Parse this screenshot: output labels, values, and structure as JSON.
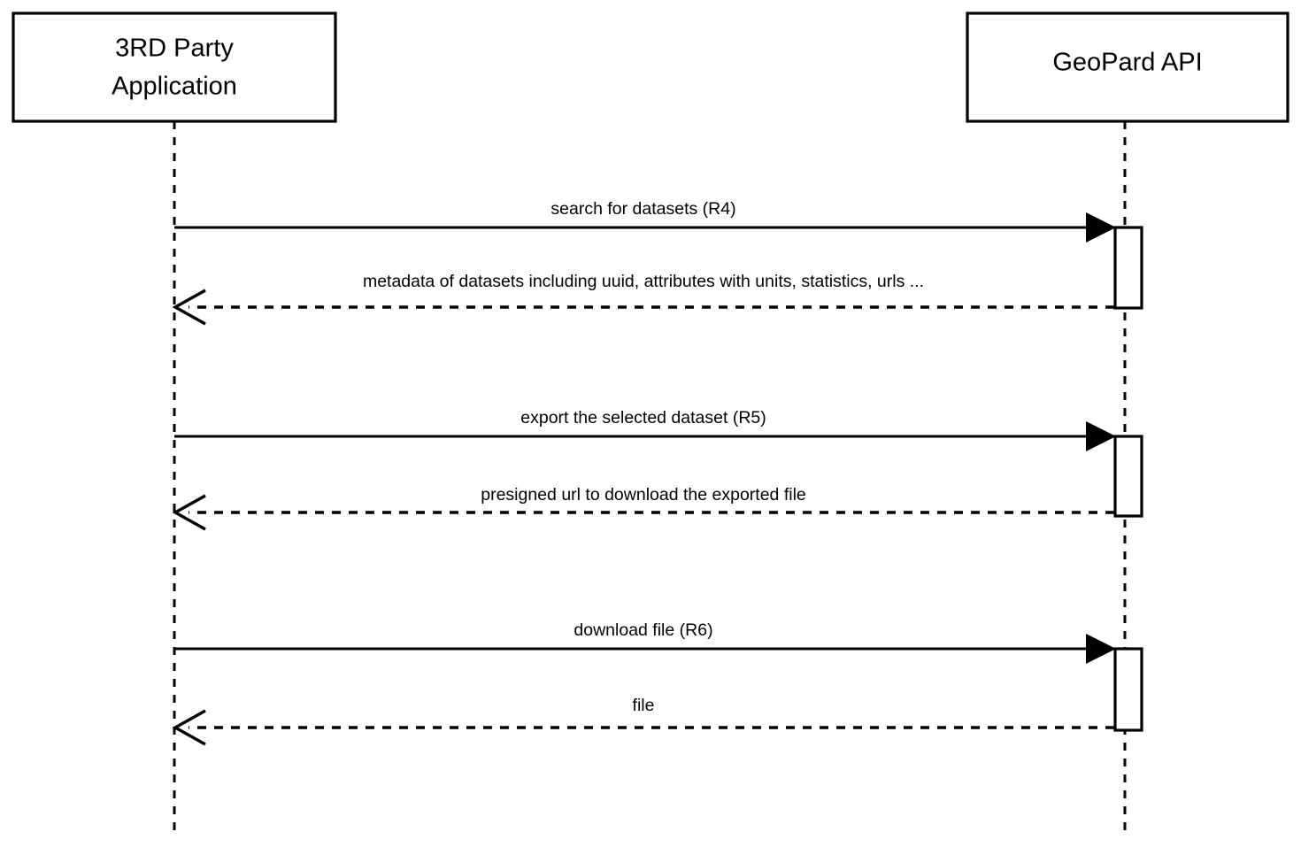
{
  "diagram": {
    "type": "uml-sequence-diagram",
    "background_color": "#ffffff",
    "line_color": "#000000",
    "participants": [
      {
        "id": "third-party-application",
        "label_line1": "3RD Party",
        "label_line2": "Application",
        "label": "3RD Party Application"
      },
      {
        "id": "geopard-api",
        "label_line1": "GeoPard API",
        "label_line2": "",
        "label": "GeoPard API"
      }
    ],
    "messages": [
      {
        "index": 1,
        "label": "search for datasets (R4)",
        "direction": "request",
        "style": "solid",
        "arrowhead": "filled-triangle",
        "from": "third-party-application",
        "to": "geopard-api"
      },
      {
        "index": 2,
        "label": "metadata of datasets including uuid, attributes with units, statistics, urls ...",
        "direction": "response",
        "style": "dashed",
        "arrowhead": "open-v",
        "from": "geopard-api",
        "to": "third-party-application"
      },
      {
        "index": 3,
        "label": "export the selected dataset (R5)",
        "direction": "request",
        "style": "solid",
        "arrowhead": "filled-triangle",
        "from": "third-party-application",
        "to": "geopard-api"
      },
      {
        "index": 4,
        "label": "presigned url to download the exported file",
        "direction": "response",
        "style": "dashed",
        "arrowhead": "open-v",
        "from": "geopard-api",
        "to": "third-party-application"
      },
      {
        "index": 5,
        "label": "download file (R6)",
        "direction": "request",
        "style": "solid",
        "arrowhead": "filled-triangle",
        "from": "third-party-application",
        "to": "geopard-api"
      },
      {
        "index": 6,
        "label": "file",
        "direction": "response",
        "style": "dashed",
        "arrowhead": "open-v",
        "from": "geopard-api",
        "to": "third-party-application"
      }
    ],
    "activations": [
      {
        "participant": "geopard-api",
        "for_messages": [
          1,
          2
        ]
      },
      {
        "participant": "geopard-api",
        "for_messages": [
          3,
          4
        ]
      },
      {
        "participant": "geopard-api",
        "for_messages": [
          5,
          6
        ]
      }
    ]
  }
}
